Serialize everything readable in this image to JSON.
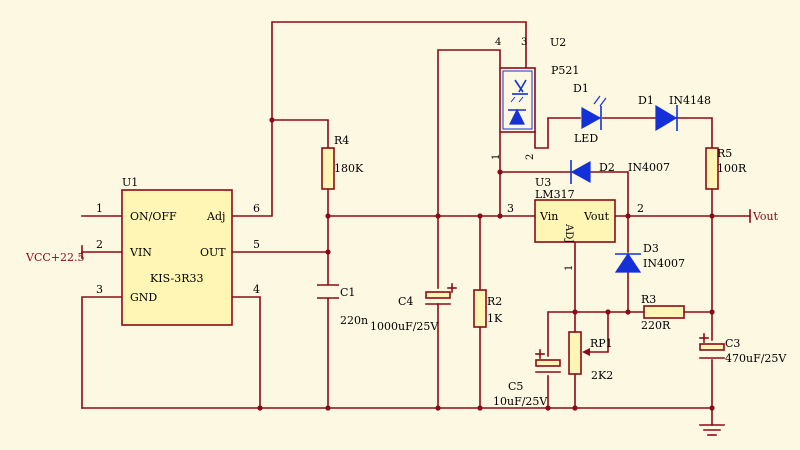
{
  "u1": {
    "ref": "U1",
    "part": "KIS-3R33",
    "pins": {
      "p1": {
        "num": "1",
        "name": "ON/OFF"
      },
      "p2": {
        "num": "2",
        "name": "VIN"
      },
      "p3": {
        "num": "3",
        "name": "GND"
      },
      "p4": {
        "num": "4"
      },
      "p5": {
        "num": "5",
        "name": "OUT"
      },
      "p6": {
        "num": "6",
        "name": "Adj"
      }
    }
  },
  "u2": {
    "ref": "U2",
    "part": "P521",
    "pins": {
      "p1": "1",
      "p2": "2",
      "p3": "3",
      "p4": "4"
    }
  },
  "u3": {
    "ref": "U3",
    "part": "LM317",
    "vin": "Vin",
    "vout": "Vout",
    "adj": "ADJ",
    "pin1": "1",
    "pin2": "2",
    "pin3": "3"
  },
  "r4": {
    "ref": "R4",
    "value": "180K"
  },
  "c1": {
    "ref": "C1",
    "value": "220n"
  },
  "c4": {
    "ref": "C4",
    "value": "1000uF/25V"
  },
  "r2": {
    "ref": "R2",
    "value": "1K"
  },
  "d1led": {
    "ref": "D1",
    "value": "LED"
  },
  "d1": {
    "ref": "D1",
    "value": "IN4148"
  },
  "d2": {
    "ref": "D2",
    "value": "IN4007"
  },
  "d3": {
    "ref": "D3",
    "value": "IN4007"
  },
  "r5": {
    "ref": "R5",
    "value": "100R"
  },
  "r3": {
    "ref": "R3",
    "value": "220R"
  },
  "rp1": {
    "ref": "RP1",
    "value": "2K2"
  },
  "c5": {
    "ref": "C5",
    "value": "10uF/25V"
  },
  "c3": {
    "ref": "C3",
    "value": "470uF/25V"
  },
  "ports": {
    "vcc": "VCC+22.5",
    "vout": "Vout"
  },
  "colors": {
    "wire": "#8b0a17",
    "chip_fill": "#fff5b4",
    "component": "#1430d8",
    "background": "#fcf8e1"
  }
}
